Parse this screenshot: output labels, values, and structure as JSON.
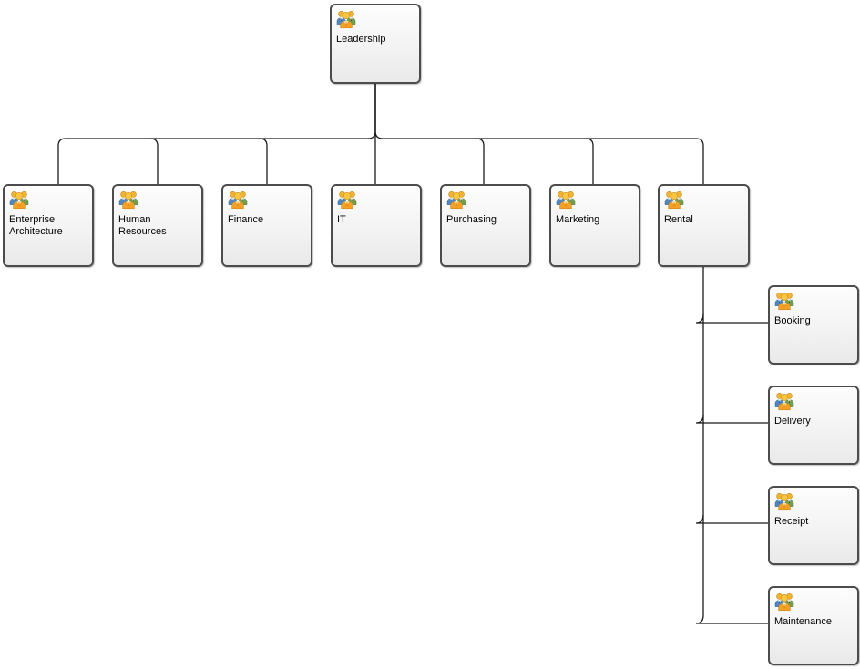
{
  "org_chart": {
    "root": {
      "label": "Leadership",
      "icon": "group-people-icon"
    },
    "departments": [
      {
        "label": "Enterprise Architecture",
        "icon": "group-people-icon"
      },
      {
        "label": "Human Resources",
        "icon": "group-people-icon"
      },
      {
        "label": "Finance",
        "icon": "group-people-icon"
      },
      {
        "label": "IT",
        "icon": "group-people-icon"
      },
      {
        "label": "Purchasing",
        "icon": "group-people-icon"
      },
      {
        "label": "Marketing",
        "icon": "group-people-icon"
      },
      {
        "label": "Rental",
        "icon": "group-people-icon"
      }
    ],
    "rental_subunits": [
      {
        "label": "Booking",
        "icon": "group-people-icon"
      },
      {
        "label": "Delivery",
        "icon": "group-people-icon"
      },
      {
        "label": "Receipt",
        "icon": "group-people-icon"
      },
      {
        "label": "Maintenance",
        "icon": "group-people-icon"
      }
    ],
    "colors": {
      "node_border": "#4c4c4c",
      "node_fill_top": "#fdfdfd",
      "node_fill_bottom": "#e9e9e9",
      "connector": "#1a1a1a",
      "background": "#ffffff",
      "label_text": "#000000"
    }
  }
}
